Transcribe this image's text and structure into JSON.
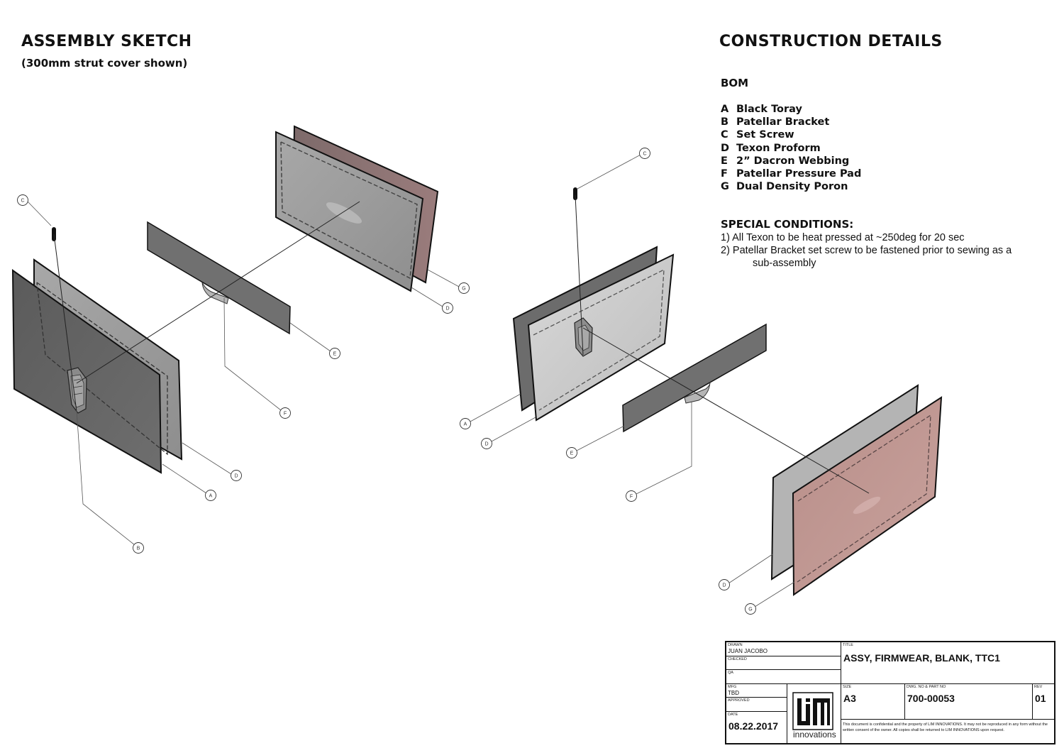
{
  "assembly": {
    "title": "ASSEMBLY SKETCH",
    "subtitle": "(300mm strut cover shown)"
  },
  "construction": {
    "title": "CONSTRUCTION DETAILS",
    "bom_heading": "BOM",
    "bom": [
      {
        "key": "A",
        "label": "Black Toray"
      },
      {
        "key": "B",
        "label": "Patellar Bracket"
      },
      {
        "key": "C",
        "label": "Set Screw"
      },
      {
        "key": "D",
        "label": "Texon Proform"
      },
      {
        "key": "E",
        "label": "2” Dacron Webbing"
      },
      {
        "key": "F",
        "label": "Patellar Pressure Pad"
      },
      {
        "key": "G",
        "label": "Dual Density Poron"
      }
    ],
    "conditions_heading": "SPECIAL CONDITIONS:",
    "conditions": [
      {
        "text": "1) All Texon to be heat pressed at ~250deg for 20 sec",
        "cont": ""
      },
      {
        "text": "2) Patellar Bracket set screw to be fastened prior to sewing as a",
        "cont": "sub-assembly"
      }
    ]
  },
  "callouts": {
    "left": [
      "C",
      "G",
      "D",
      "E",
      "F",
      "D",
      "A",
      "B"
    ],
    "right": [
      "C",
      "A",
      "D",
      "E",
      "F",
      "D",
      "G"
    ]
  },
  "titleblock": {
    "drawn_label": "DRAWN",
    "drawn_value": "JUAN JACOBO",
    "checked_label": "CHECKED",
    "qa_label": "QA",
    "mfg_label": "MFG",
    "mfg_value": "TBD",
    "approved_label": "APPROVED",
    "date_label": "DATE",
    "date_value": "08.22.2017",
    "title_label": "TITLE",
    "title_value": "ASSY, FIRMWEAR, BLANK, TTC1",
    "size_label": "SIZE",
    "size_value": "A3",
    "dwg_label": "DWG. NO & PART NO",
    "dwg_value": "700-00053",
    "rev_label": "REV",
    "rev_value": "01",
    "logo_word": "innovations",
    "confidential": "This document is confidential and the property of LIM INNOVATIONS.  It may not be reproduced in any form without the written consent of the owner.  All copies shall be returned to LIM INNOVATIONS upon request."
  },
  "colors": {
    "black_toray": "#6b6b6b",
    "texon": "#a9a9a9",
    "poron_left": "#8f7474",
    "poron_right": "#c29b96",
    "webbing": "#777777"
  }
}
